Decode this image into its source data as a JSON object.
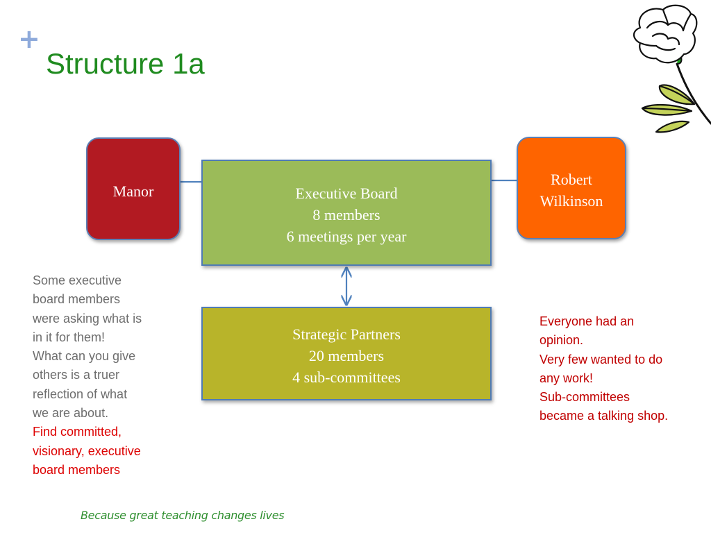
{
  "slide": {
    "plus_mark": "+",
    "title": "Structure 1a",
    "tagline": "Because great teaching changes lives"
  },
  "boxes": {
    "manor": {
      "lines": [
        "Manor"
      ]
    },
    "robert": {
      "lines": [
        "Robert",
        "Wilkinson"
      ]
    },
    "executive_board": {
      "lines": [
        "Executive Board",
        "8 members",
        "6 meetings per year"
      ]
    },
    "strategic_partners": {
      "lines": [
        "Strategic Partners",
        "20 members",
        "4 sub-committees"
      ]
    }
  },
  "notes": {
    "left_grey": [
      "Some executive",
      "board members",
      "were asking what is",
      "in it for them!",
      "What can you give",
      "others is a truer",
      "reflection of what",
      "we are about."
    ],
    "left_red": [
      "Find committed,",
      "visionary, executive",
      "board members"
    ],
    "right_red": [
      "Everyone had an",
      "opinion.",
      "Very few wanted to do",
      "any work!",
      "Sub-committees",
      "became a talking shop."
    ]
  },
  "colors": {
    "title": "#1f8b1f",
    "manor_box": "#b21a22",
    "robert_box": "#fe6400",
    "executive_box": "#9bbb59",
    "strategic_box": "#b8b42a",
    "connector": "#4f81bd",
    "note_grey": "#6d6d6d",
    "note_red": "#c00000"
  },
  "decoration": {
    "corner_image": "rose-icon"
  }
}
